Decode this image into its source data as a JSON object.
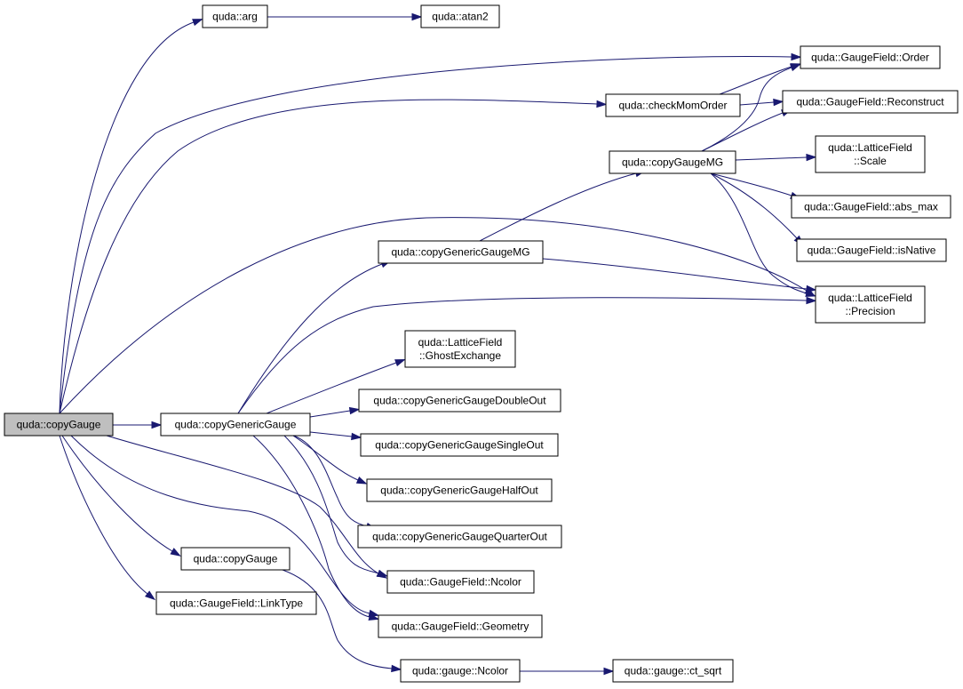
{
  "graph": {
    "title": "",
    "colors": {
      "edge": "#191970",
      "node_border": "#000000",
      "root_fill": "#bfbfbf",
      "node_fill": "#ffffff"
    },
    "nodes": [
      {
        "id": "copyGauge_root",
        "lines": [
          "quda::copyGauge"
        ],
        "root": true
      },
      {
        "id": "arg",
        "lines": [
          "quda::arg"
        ]
      },
      {
        "id": "atan2",
        "lines": [
          "quda::atan2"
        ]
      },
      {
        "id": "gf_order",
        "lines": [
          "quda::GaugeField::Order"
        ]
      },
      {
        "id": "checkMomOrder",
        "lines": [
          "quda::checkMomOrder"
        ]
      },
      {
        "id": "gf_reconstruct",
        "lines": [
          "quda::GaugeField::Reconstruct"
        ]
      },
      {
        "id": "copyGaugeMG",
        "lines": [
          "quda::copyGaugeMG"
        ]
      },
      {
        "id": "lf_scale",
        "lines": [
          "quda::LatticeField",
          "::Scale"
        ]
      },
      {
        "id": "gf_absmax",
        "lines": [
          "quda::GaugeField::abs_max"
        ]
      },
      {
        "id": "gf_isnative",
        "lines": [
          "quda::GaugeField::isNative"
        ]
      },
      {
        "id": "copyGenericGaugeMG",
        "lines": [
          "quda::copyGenericGaugeMG"
        ]
      },
      {
        "id": "lf_precision",
        "lines": [
          "quda::LatticeField",
          "::Precision"
        ]
      },
      {
        "id": "lf_ghostexchange",
        "lines": [
          "quda::LatticeField",
          "::GhostExchange"
        ]
      },
      {
        "id": "copyGenericGauge",
        "lines": [
          "quda::copyGenericGauge"
        ]
      },
      {
        "id": "cgg_double",
        "lines": [
          "quda::copyGenericGaugeDoubleOut"
        ]
      },
      {
        "id": "cgg_single",
        "lines": [
          "quda::copyGenericGaugeSingleOut"
        ]
      },
      {
        "id": "cgg_half",
        "lines": [
          "quda::copyGenericGaugeHalfOut"
        ]
      },
      {
        "id": "cgg_quarter",
        "lines": [
          "quda::copyGenericGaugeQuarterOut"
        ]
      },
      {
        "id": "copyGauge2",
        "lines": [
          "quda::copyGauge"
        ]
      },
      {
        "id": "gf_ncolor",
        "lines": [
          "quda::GaugeField::Ncolor"
        ]
      },
      {
        "id": "gf_linktype",
        "lines": [
          "quda::GaugeField::LinkType"
        ]
      },
      {
        "id": "gf_geometry",
        "lines": [
          "quda::GaugeField::Geometry"
        ]
      },
      {
        "id": "gauge_ncolor",
        "lines": [
          "quda::gauge::Ncolor"
        ]
      },
      {
        "id": "gauge_ctsqrt",
        "lines": [
          "quda::gauge::ct_sqrt"
        ]
      }
    ],
    "edges": [
      {
        "from": "copyGauge_root",
        "to": "arg"
      },
      {
        "from": "copyGauge_root",
        "to": "gf_order"
      },
      {
        "from": "copyGauge_root",
        "to": "checkMomOrder"
      },
      {
        "from": "copyGauge_root",
        "to": "lf_precision"
      },
      {
        "from": "copyGauge_root",
        "to": "copyGenericGauge"
      },
      {
        "from": "copyGauge_root",
        "to": "copyGauge2"
      },
      {
        "from": "copyGauge_root",
        "to": "gf_linktype"
      },
      {
        "from": "copyGauge_root",
        "to": "gf_ncolor"
      },
      {
        "from": "copyGauge_root",
        "to": "gf_geometry"
      },
      {
        "from": "arg",
        "to": "atan2"
      },
      {
        "from": "checkMomOrder",
        "to": "gf_order"
      },
      {
        "from": "checkMomOrder",
        "to": "gf_reconstruct"
      },
      {
        "from": "copyGaugeMG",
        "to": "gf_order"
      },
      {
        "from": "copyGaugeMG",
        "to": "gf_reconstruct"
      },
      {
        "from": "copyGaugeMG",
        "to": "lf_scale"
      },
      {
        "from": "copyGaugeMG",
        "to": "gf_absmax"
      },
      {
        "from": "copyGaugeMG",
        "to": "gf_isnative"
      },
      {
        "from": "copyGaugeMG",
        "to": "lf_precision"
      },
      {
        "from": "copyGenericGaugeMG",
        "to": "copyGaugeMG"
      },
      {
        "from": "copyGenericGaugeMG",
        "to": "lf_precision"
      },
      {
        "from": "copyGenericGauge",
        "to": "copyGenericGaugeMG"
      },
      {
        "from": "copyGenericGauge",
        "to": "lf_precision"
      },
      {
        "from": "copyGenericGauge",
        "to": "lf_ghostexchange"
      },
      {
        "from": "copyGenericGauge",
        "to": "cgg_double"
      },
      {
        "from": "copyGenericGauge",
        "to": "cgg_single"
      },
      {
        "from": "copyGenericGauge",
        "to": "cgg_half"
      },
      {
        "from": "copyGenericGauge",
        "to": "cgg_quarter"
      },
      {
        "from": "copyGenericGauge",
        "to": "gf_ncolor"
      },
      {
        "from": "copyGenericGauge",
        "to": "gf_geometry"
      },
      {
        "from": "copyGauge2",
        "to": "gauge_ncolor"
      },
      {
        "from": "gauge_ncolor",
        "to": "gauge_ctsqrt"
      }
    ]
  }
}
